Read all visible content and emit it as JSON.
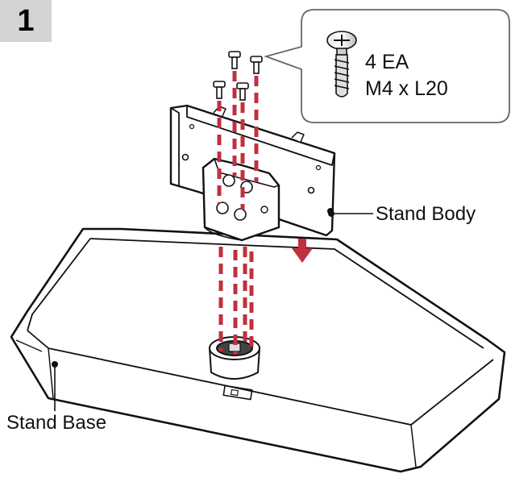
{
  "step": {
    "number": "1"
  },
  "callout": {
    "quantity": "4 EA",
    "screw_spec": "M4 x L20",
    "screw_icon": "screw-icon"
  },
  "labels": {
    "stand_body": "Stand Body",
    "stand_base": "Stand Base"
  },
  "colors": {
    "step_badge_bg": "#d4d4d4",
    "guide_lines": "#c0303e",
    "arrow": "#c0303e",
    "outline": "#111111"
  },
  "icons": [
    "screw-icon",
    "down-arrow-icon"
  ]
}
